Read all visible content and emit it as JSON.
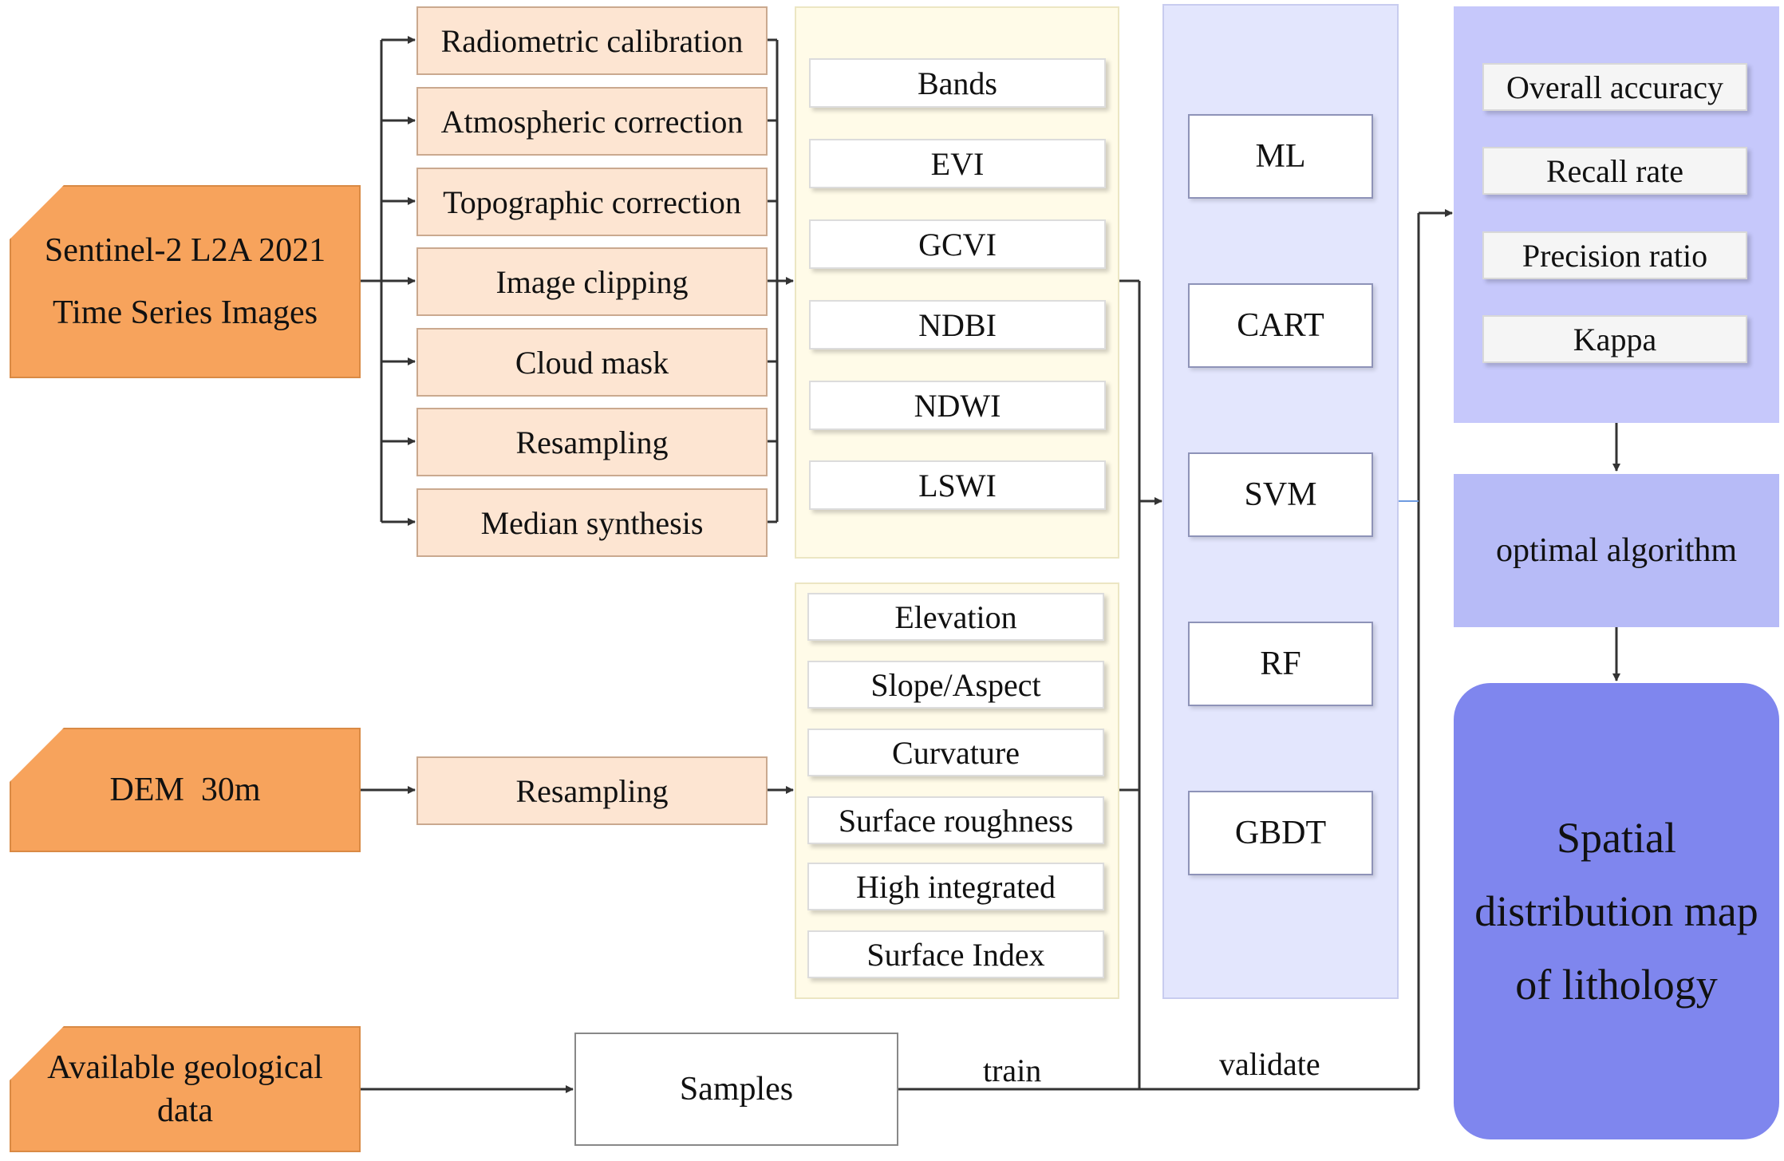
{
  "sources": {
    "sentinel": [
      "Sentinel-2 L2A 2021",
      "Time Series Images"
    ],
    "dem": "DEM  30m",
    "geology": [
      "Available geological",
      "data"
    ]
  },
  "preprocessing": [
    "Radiometric calibration",
    "Atmospheric correction",
    "Topographic correction",
    "Image clipping",
    "Cloud mask",
    "Resampling",
    "Median synthesis"
  ],
  "dem_preprocessing": "Resampling",
  "spectral_features": [
    "Bands",
    "EVI",
    "GCVI",
    "NDBI",
    "NDWI",
    "LSWI"
  ],
  "terrain_features": [
    "Elevation",
    "Slope/Aspect",
    "Curvature",
    "Surface roughness",
    "High integrated",
    "Surface Index"
  ],
  "algorithms": [
    "ML",
    "CART",
    "SVM",
    "RF",
    "GBDT"
  ],
  "metrics": [
    "Overall accuracy",
    "Recall rate",
    "Precision ratio",
    "Kappa"
  ],
  "optimal": "optimal algorithm",
  "result": [
    "Spatial",
    "distribution map",
    "of lithology"
  ],
  "samples": "Samples",
  "edge_labels": {
    "train": "train",
    "validate": "validate"
  },
  "colors": {
    "source": "#f7a35c",
    "preprocess": "#fde5d2",
    "feature_panel": "#fffbe8",
    "algorithm_panel": "#e3e6fd",
    "evaluation_panel": "#c6c8fb",
    "optimal": "#b7bbf7",
    "result": "#7f86ee"
  }
}
